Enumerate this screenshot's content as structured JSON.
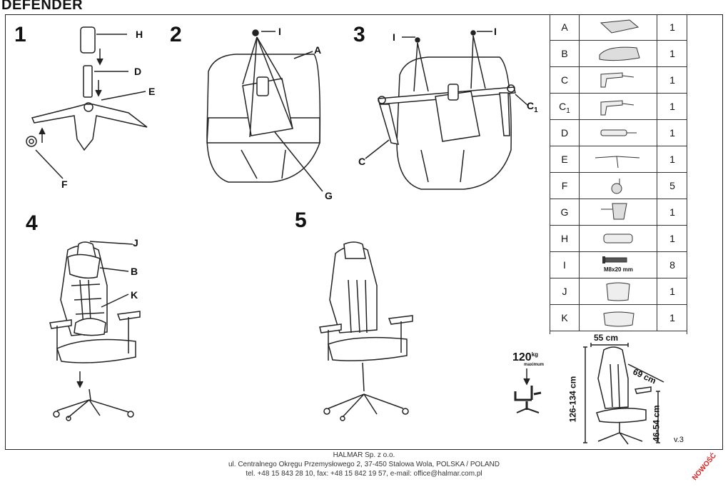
{
  "title": "DEFENDER",
  "steps": [
    "1",
    "2",
    "3",
    "4",
    "5"
  ],
  "callouts": {
    "s1_h": "H",
    "s1_d": "D",
    "s1_e": "E",
    "s1_f": "F",
    "s2_i": "I",
    "s2_a": "A",
    "s2_g": "G",
    "s3_i_left": "I",
    "s3_i_left_mark": "I",
    "s3_i_right": "I",
    "s3_c1": "C",
    "s3_c1_sub": "1",
    "s3_c": "C",
    "s4_j": "J",
    "s4_b": "B",
    "s4_k": "K"
  },
  "parts": [
    {
      "letter": "A",
      "qty": "1",
      "icon": "seat-cushion-icon"
    },
    {
      "letter": "B",
      "qty": "1",
      "icon": "backrest-icon"
    },
    {
      "letter": "C",
      "qty": "1",
      "icon": "armrest-icon"
    },
    {
      "letter": "C",
      "sub": "1",
      "qty": "1",
      "icon": "armrest-icon"
    },
    {
      "letter": "D",
      "qty": "1",
      "icon": "gas-lift-icon"
    },
    {
      "letter": "E",
      "qty": "1",
      "icon": "star-base-icon"
    },
    {
      "letter": "F",
      "qty": "5",
      "icon": "caster-wheel-icon"
    },
    {
      "letter": "G",
      "qty": "1",
      "icon": "tilt-mechanism-icon"
    },
    {
      "letter": "H",
      "qty": "1",
      "icon": "cylinder-cover-icon"
    },
    {
      "letter": "I",
      "qty": "8",
      "icon": "bolt-icon",
      "label": "M8x20 mm"
    },
    {
      "letter": "J",
      "qty": "1",
      "icon": "head-pillow-icon"
    },
    {
      "letter": "K",
      "qty": "1",
      "icon": "lumbar-pillow-icon"
    }
  ],
  "capacity": {
    "value": "120",
    "unit": "kg",
    "note": "maximum"
  },
  "dimensions": {
    "width": "55 cm",
    "depth": "69 cm",
    "height": "126-134 cm",
    "seat_height": "46-54 cm"
  },
  "version": "v.3",
  "footer": {
    "company": "HALMAR Sp. z o.o.",
    "address": "ul. Centralnego Okręgu Przemysłowego 2, 37-450 Stalowa Wola, POLSKA / POLAND",
    "contact": "tel. +48 15 843 28 10, fax: +48 15 842 19 57, e-mail: office@halmar.com.pl"
  },
  "badge": "NOWOŚĆ"
}
